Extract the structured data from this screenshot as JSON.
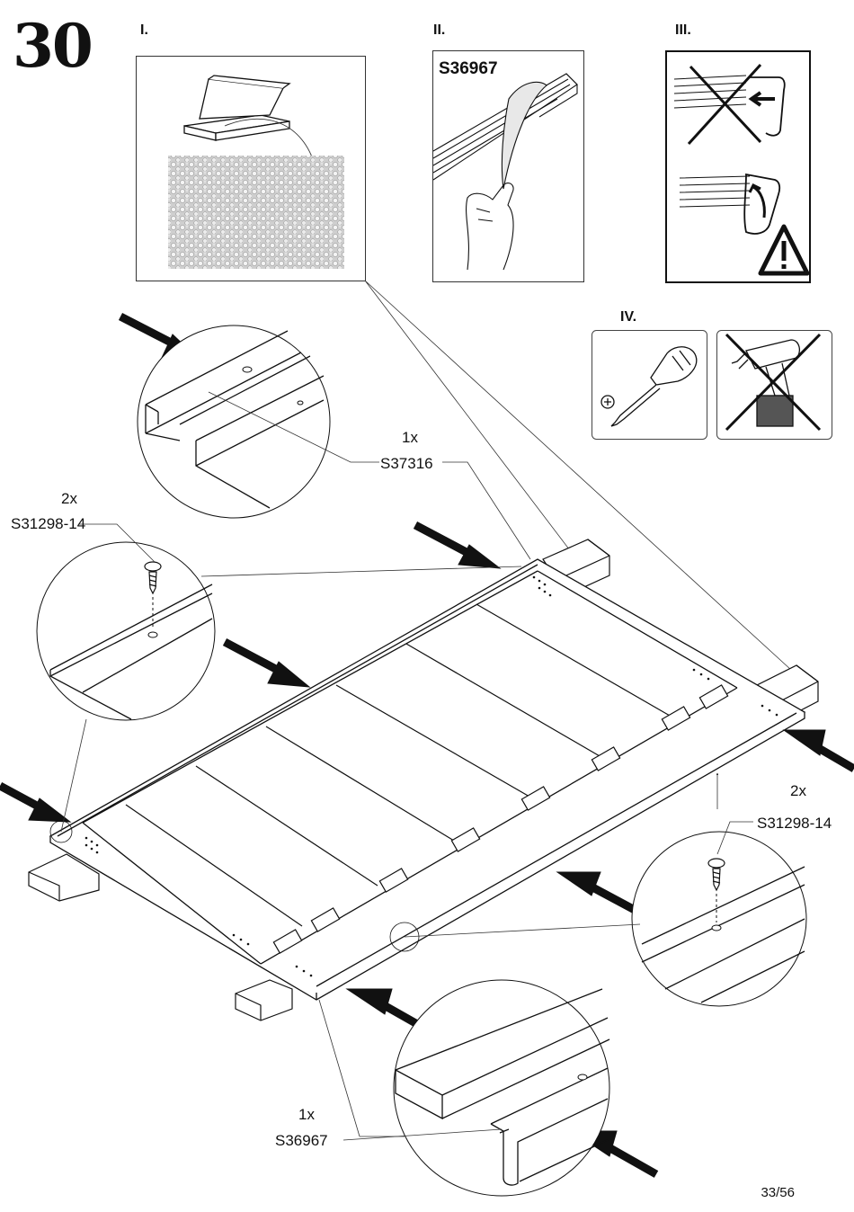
{
  "step_number": "30",
  "panels": {
    "p1": {
      "label": "I."
    },
    "p2": {
      "label": "II.",
      "part": "S36967"
    },
    "p3": {
      "label": "III."
    },
    "p4": {
      "label": "IV."
    }
  },
  "callouts": {
    "rail_top": {
      "qty": "1x",
      "part": "S37316"
    },
    "screw_left": {
      "qty": "2x",
      "part": "S31298-14"
    },
    "screw_right": {
      "qty": "2x",
      "part": "S31298-14"
    },
    "rail_bottom": {
      "qty": "1x",
      "part": "S36967"
    }
  },
  "page_number": "33/56",
  "icons": [
    "foam-icon",
    "peel-tape-hand-icon",
    "no-push-icon",
    "warning-icon",
    "screwdriver-icon",
    "no-drill-icon",
    "direction-arrow-icon",
    "screw-icon"
  ]
}
